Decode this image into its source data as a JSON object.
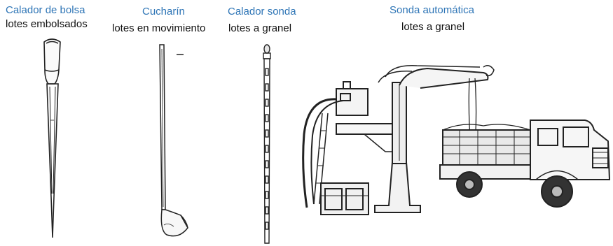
{
  "colors": {
    "title": "#2e75b6",
    "subtitle": "#111111",
    "ink": "#222222"
  },
  "items": [
    {
      "title": "Calador de bolsa",
      "subtitle": "lotes embolsados",
      "icon": "bag-probe-icon"
    },
    {
      "title": "Cucharín",
      "subtitle": "lotes en movimiento",
      "icon": "scoop-probe-icon"
    },
    {
      "title": "Calador sonda",
      "subtitle": "lotes a granel",
      "icon": "grain-probe-icon"
    },
    {
      "title": "Sonda automática",
      "subtitle": "lotes a granel",
      "icon": "automatic-probe-truck-icon"
    }
  ]
}
